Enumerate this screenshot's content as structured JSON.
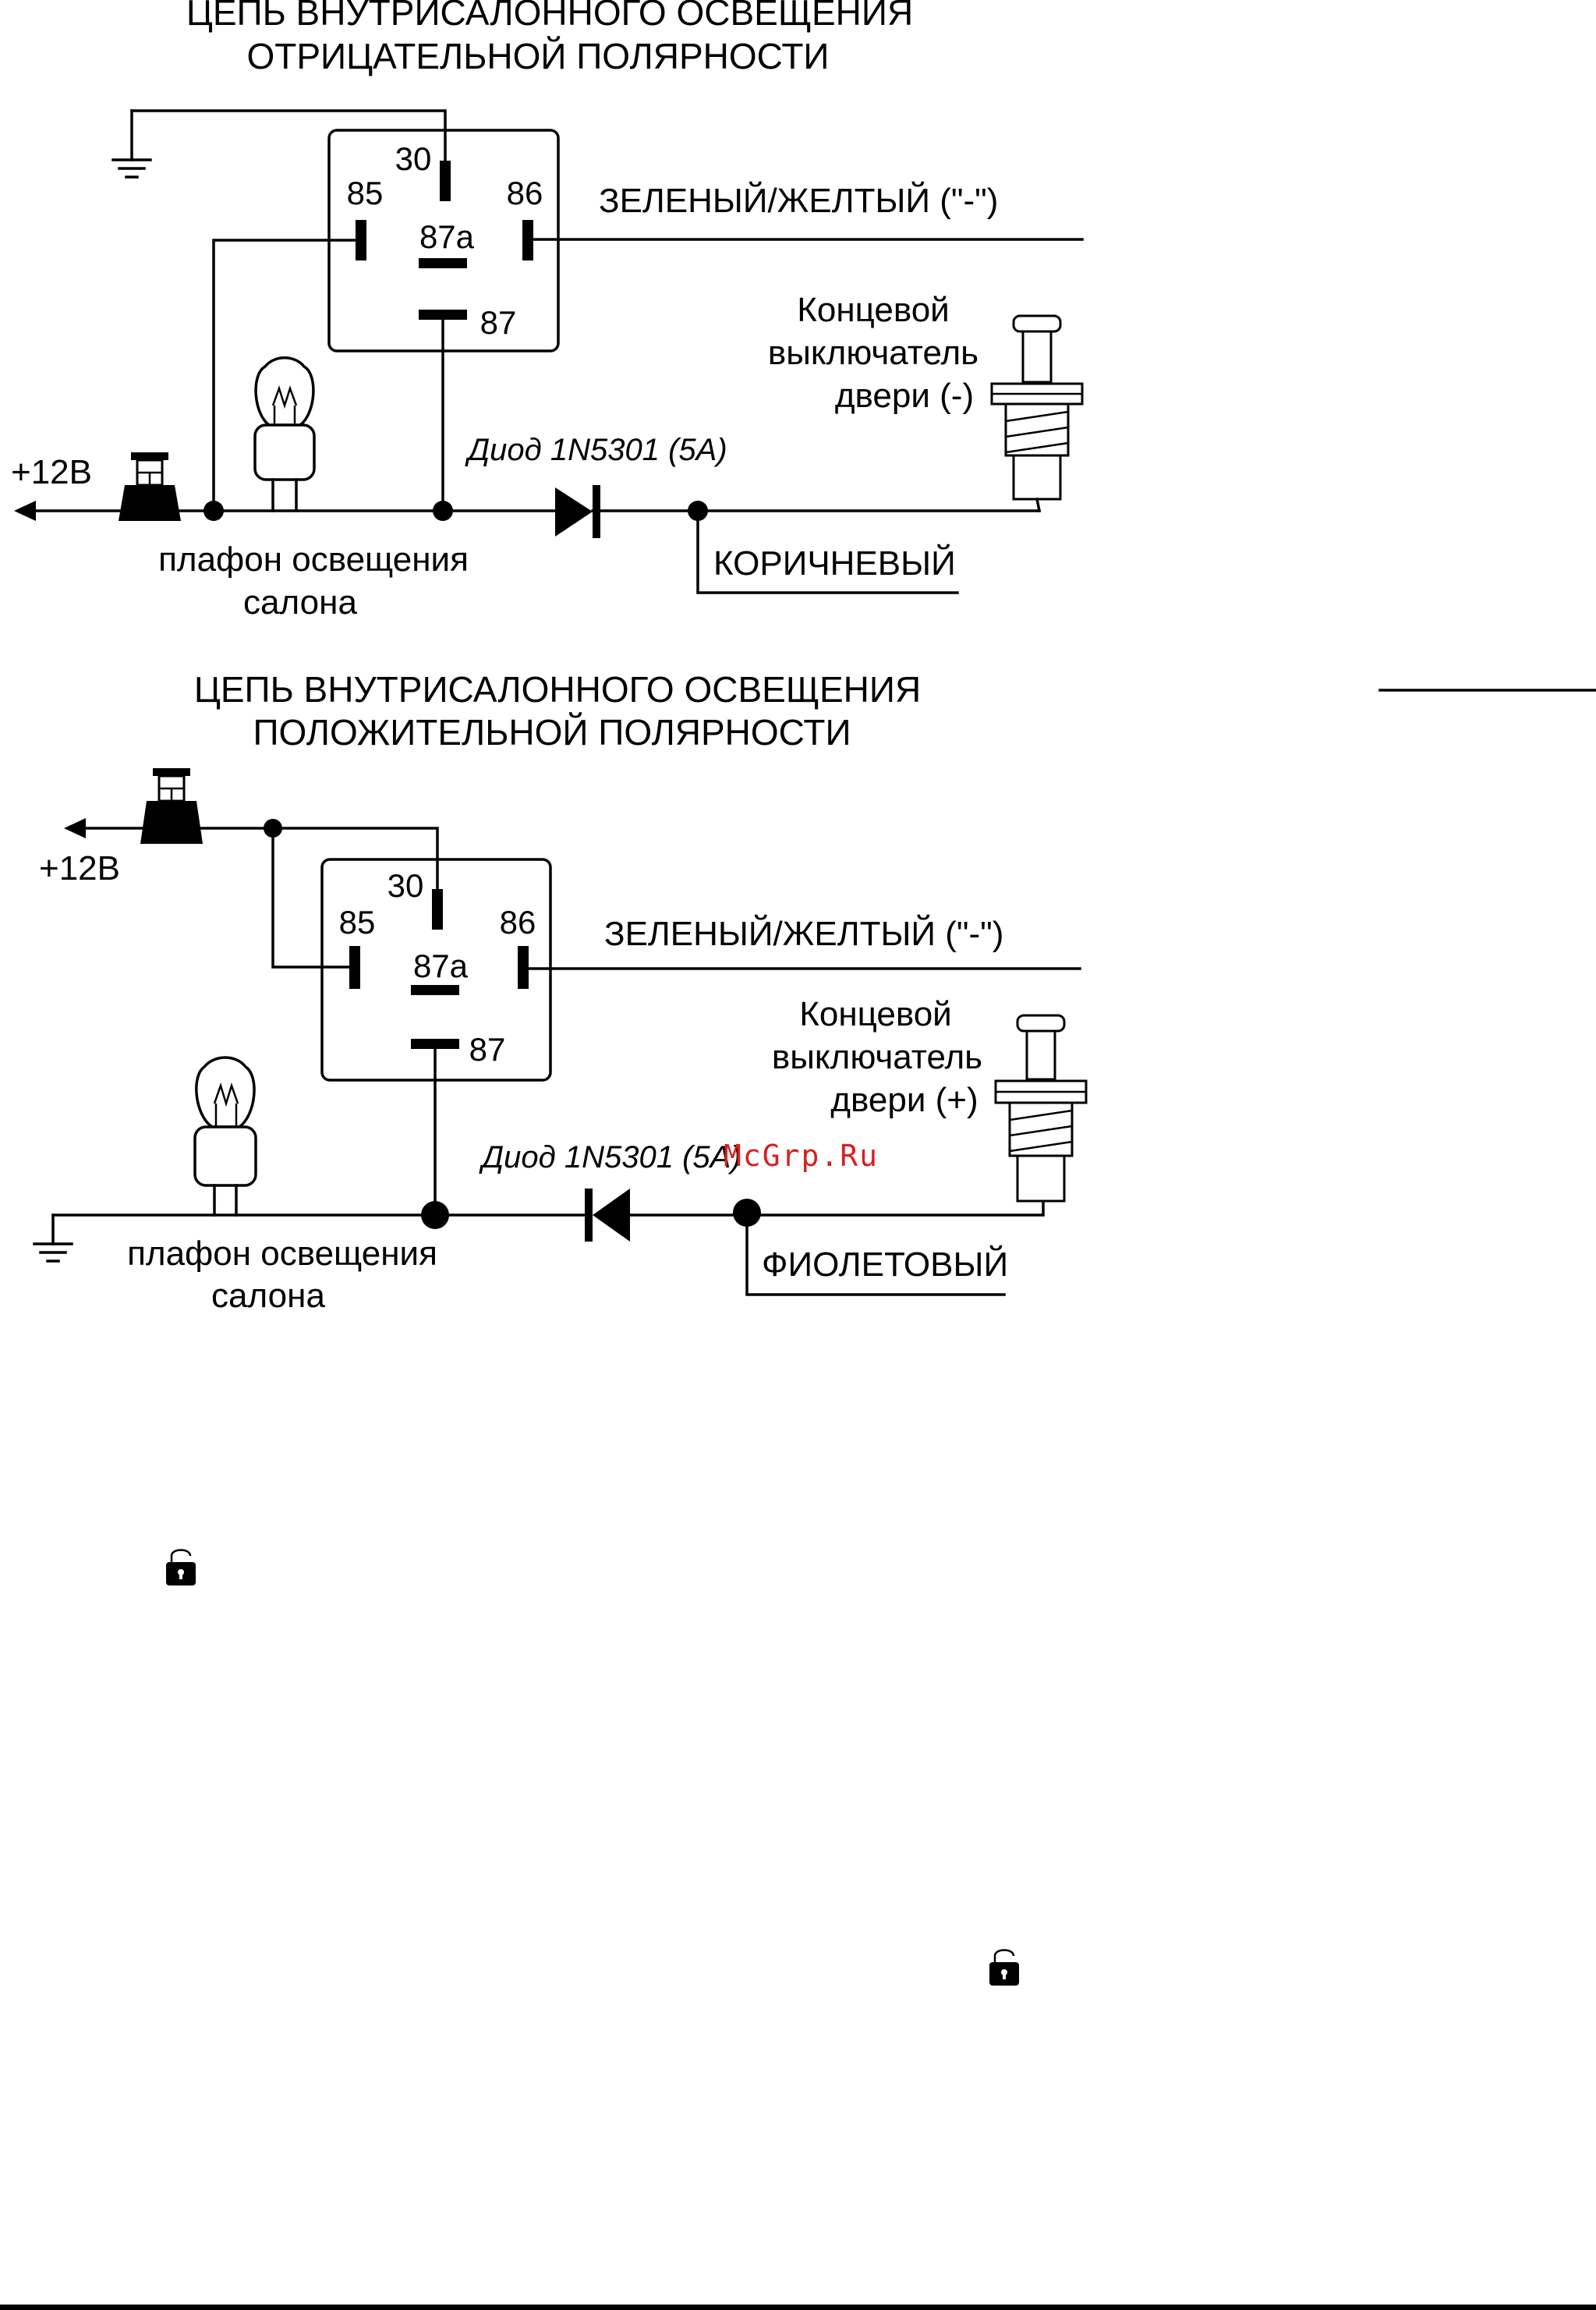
{
  "diagram1": {
    "title_line1": "ЦЕПЬ ВНУТРИСАЛОННОГО ОСВЕЩЕНИЯ",
    "title_line2": "ОТРИЦАТЕЛЬНОЙ ПОЛЯРНОСТИ",
    "relay_pins": {
      "p30": "30",
      "p85": "85",
      "p86": "86",
      "p87a": "87a",
      "p87": "87"
    },
    "green_yellow_wire": "ЗЕЛЕНЫЙ/ЖЕЛТЫЙ (\"-\")",
    "switch_line1": "Концевой",
    "switch_line2": "выключатель",
    "switch_line3": "двери (-)",
    "diode": "Диод 1N5301 (5А)",
    "supply": "+12В",
    "lamp_line1": "плафон освещения",
    "lamp_line2": "салона",
    "wire_color": "КОРИЧНЕВЫЙ"
  },
  "diagram2": {
    "title_line1": "ЦЕПЬ ВНУТРИСАЛОННОГО ОСВЕЩЕНИЯ",
    "title_line2": "ПОЛОЖИТЕЛЬНОЙ ПОЛЯРНОСТИ",
    "relay_pins": {
      "p30": "30",
      "p85": "85",
      "p86": "86",
      "p87a": "87a",
      "p87": "87"
    },
    "green_yellow_wire": "ЗЕЛЕНЫЙ/ЖЕЛТЫЙ (\"-\")",
    "switch_line1": "Концевой",
    "switch_line2": "выключатель",
    "switch_line3": "двери (+)",
    "diode": "Диод 1N5301 (5А)",
    "supply": "+12В",
    "lamp_line1": "плафон освещения",
    "lamp_line2": "салона",
    "wire_color": "ФИОЛЕТОВЫЙ"
  },
  "watermark": "McGrp.Ru",
  "icons": [
    "ground-icon",
    "fuse-icon",
    "lamp-icon",
    "diode-icon",
    "door-switch-icon",
    "lock-icon"
  ]
}
